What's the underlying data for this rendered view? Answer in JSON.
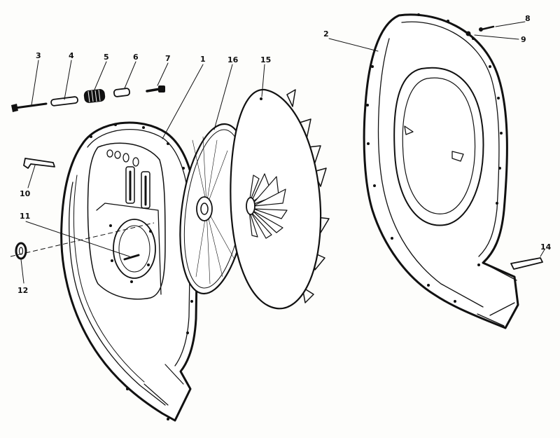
{
  "diagram": {
    "callouts": [
      {
        "id": "1",
        "label": "1"
      },
      {
        "id": "2",
        "label": "2"
      },
      {
        "id": "3",
        "label": "3"
      },
      {
        "id": "4",
        "label": "4"
      },
      {
        "id": "5",
        "label": "5"
      },
      {
        "id": "6",
        "label": "6"
      },
      {
        "id": "7",
        "label": "7"
      },
      {
        "id": "8",
        "label": "8"
      },
      {
        "id": "9",
        "label": "9"
      },
      {
        "id": "10",
        "label": "10"
      },
      {
        "id": "11",
        "label": "11"
      },
      {
        "id": "12",
        "label": "12"
      },
      {
        "id": "14",
        "label": "14"
      },
      {
        "id": "15",
        "label": "15"
      },
      {
        "id": "16",
        "label": "16"
      }
    ]
  }
}
